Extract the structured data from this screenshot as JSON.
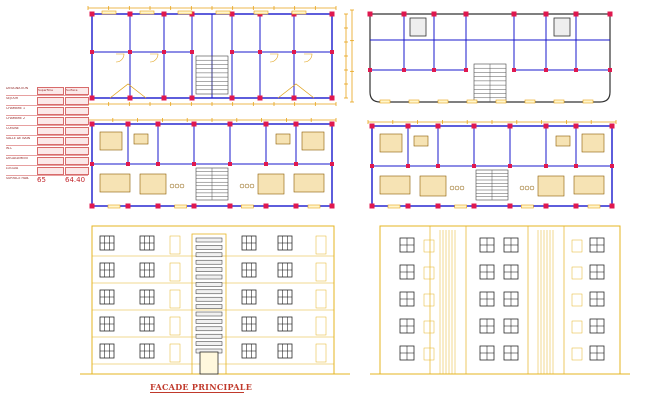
{
  "colors": {
    "wall": "#1a1acc",
    "dimension": "#e8a317",
    "column": "#e0184f",
    "facade": "#e6b422",
    "window": "#2a2a2a",
    "accent_red": "#c0392b"
  },
  "drawings": {
    "plan_top_left": "ground-floor-plan",
    "plan_top_right": "typical-floor-plan",
    "plan_mid_left": "furnished-floor-plan",
    "plan_mid_right": "furnished-upper-plan",
    "facade_left": "principal-facade",
    "facade_right": "lateral-facade"
  },
  "schedule": {
    "rows": [
      {
        "label": "DESIGNATION",
        "col1": "Superficie",
        "col2": "Surface"
      },
      {
        "label": "SEJOUR",
        "col1": "",
        "col2": ""
      },
      {
        "label": "CHAMBRE 1",
        "col1": "",
        "col2": ""
      },
      {
        "label": "CHAMBRE 2",
        "col1": "",
        "col2": ""
      },
      {
        "label": "CUISINE",
        "col1": "",
        "col2": ""
      },
      {
        "label": "SALLE DE BAIN",
        "col1": "",
        "col2": ""
      },
      {
        "label": "W.C",
        "col1": "",
        "col2": ""
      },
      {
        "label": "DEGAGEMENT",
        "col1": "",
        "col2": ""
      },
      {
        "label": "LOGGIA",
        "col1": "",
        "col2": ""
      },
      {
        "label": "SURFACE HAB.",
        "col1": "65",
        "col2": "64.40"
      }
    ]
  },
  "caption": "FACADE PRINCIPALE"
}
